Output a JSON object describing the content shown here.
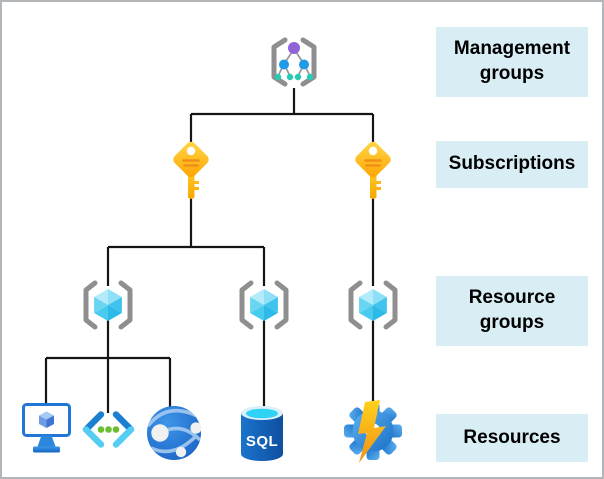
{
  "levels": [
    {
      "name": "management-groups",
      "label": "Management groups"
    },
    {
      "name": "subscriptions",
      "label": "Subscriptions"
    },
    {
      "name": "resource-groups",
      "label": "Resource groups"
    },
    {
      "name": "resources",
      "label": "Resources"
    }
  ],
  "hierarchy": {
    "management_group_count": 1,
    "subscription_count": 2,
    "resource_group_count": 3,
    "resource_count": 5
  },
  "resources_row": {
    "sql_label": "SQL",
    "icons": [
      "virtual-machine-icon",
      "code-brackets-icon",
      "app-service-globe-icon",
      "sql-database-icon",
      "automation-gear-icon"
    ]
  },
  "icon_names": {
    "root": "management-group-brackets-tree-icon",
    "subscription": "gold-key-icon",
    "resource_group": "brackets-cube-icon"
  },
  "colors": {
    "label_box_bg": "#d9edf5",
    "label_text": "#000000",
    "connector": "#151515",
    "bracket_gray": "#8f8f8f",
    "key_yellow": "#ffbb00",
    "key_stripe_orange": "#ef8f17",
    "cube_cyan": "#45c6ee",
    "tree_purple": "#9064d8",
    "tree_blue": "#1f9ae6",
    "tree_teal": "#27cbb4",
    "vm_blue": "#2077d8",
    "dot_green": "#6abe30",
    "globe_blue": "#1b63c6",
    "sql_body_blue": "#1160b8",
    "sql_top_cyan": "#2ed2f5",
    "gear_blue": "#2f8ada",
    "bolt_yellow": "#ffd21c"
  }
}
